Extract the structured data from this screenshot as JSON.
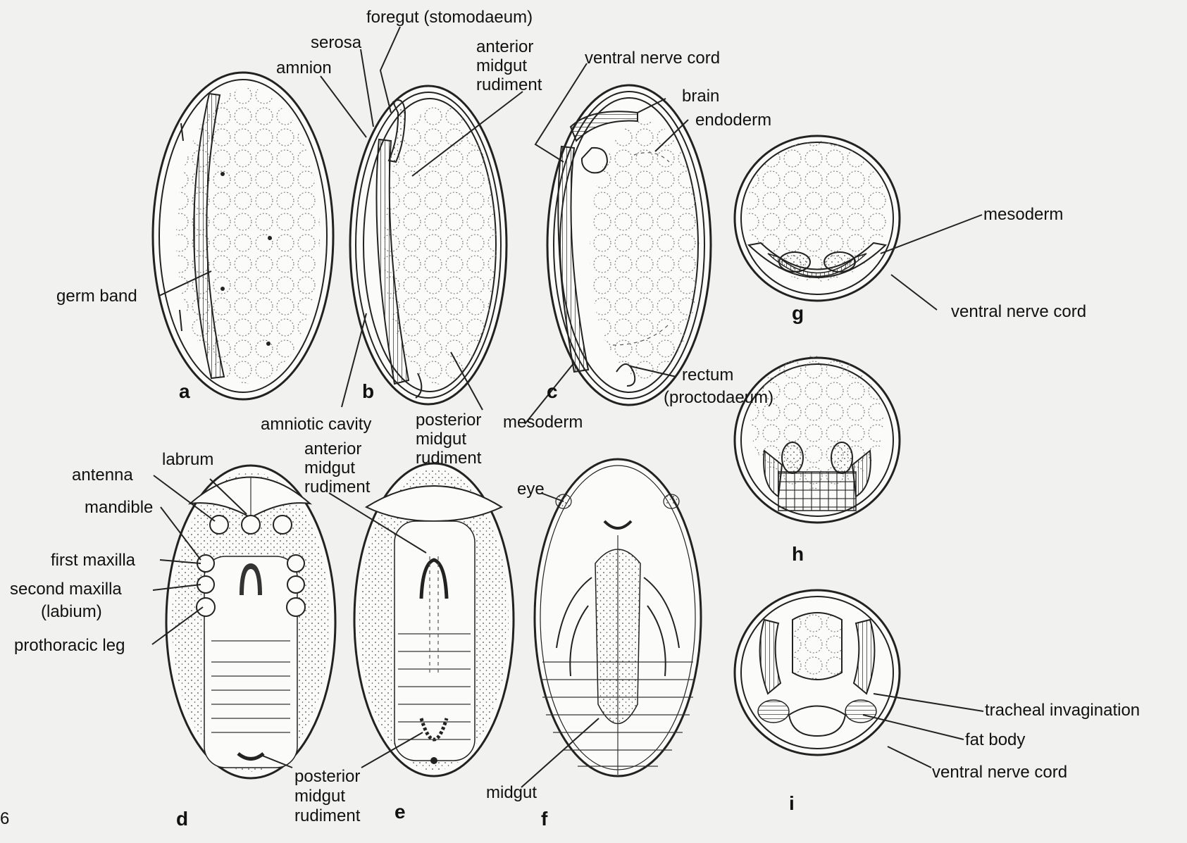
{
  "figure": {
    "figure_number_fragment": "6",
    "panels": [
      "a",
      "b",
      "c",
      "d",
      "e",
      "f",
      "g",
      "h",
      "i"
    ],
    "labels": {
      "foregut": "foregut (stomodaeum)",
      "serosa": "serosa",
      "amnion": "amnion",
      "anterior_midgut_rudiment_b": [
        "anterior",
        "midgut",
        "rudiment"
      ],
      "ventral_nerve_cord_c": "ventral nerve cord",
      "brain": "brain",
      "endoderm": "endoderm",
      "germ_band": "germ band",
      "rectum": [
        "rectum",
        "(proctodaeum)"
      ],
      "amniotic_cavity": "amniotic cavity",
      "posterior_midgut_rudiment_b": [
        "posterior",
        "midgut",
        "rudiment"
      ],
      "mesoderm_c": "mesoderm",
      "mesoderm_g": "mesoderm",
      "ventral_nerve_cord_g": "ventral nerve cord",
      "antenna": "antenna",
      "labrum": "labrum",
      "anterior_midgut_rudiment_d": [
        "anterior",
        "midgut",
        "rudiment"
      ],
      "mandible": "mandible",
      "eye": "eye",
      "first_maxilla": "first maxilla",
      "second_maxilla": [
        "second maxilla",
        "(labium)"
      ],
      "prothoracic_leg": "prothoracic leg",
      "posterior_midgut_rudiment_e": [
        "posterior",
        "midgut",
        "rudiment"
      ],
      "midgut": "midgut",
      "tracheal_invagination": "tracheal invagination",
      "fat_body": "fat body",
      "ventral_nerve_cord_i": "ventral nerve cord"
    }
  },
  "colors": {
    "ink": "#111111",
    "paper": "#f1f1ef",
    "shell": "#fbfbf9"
  }
}
